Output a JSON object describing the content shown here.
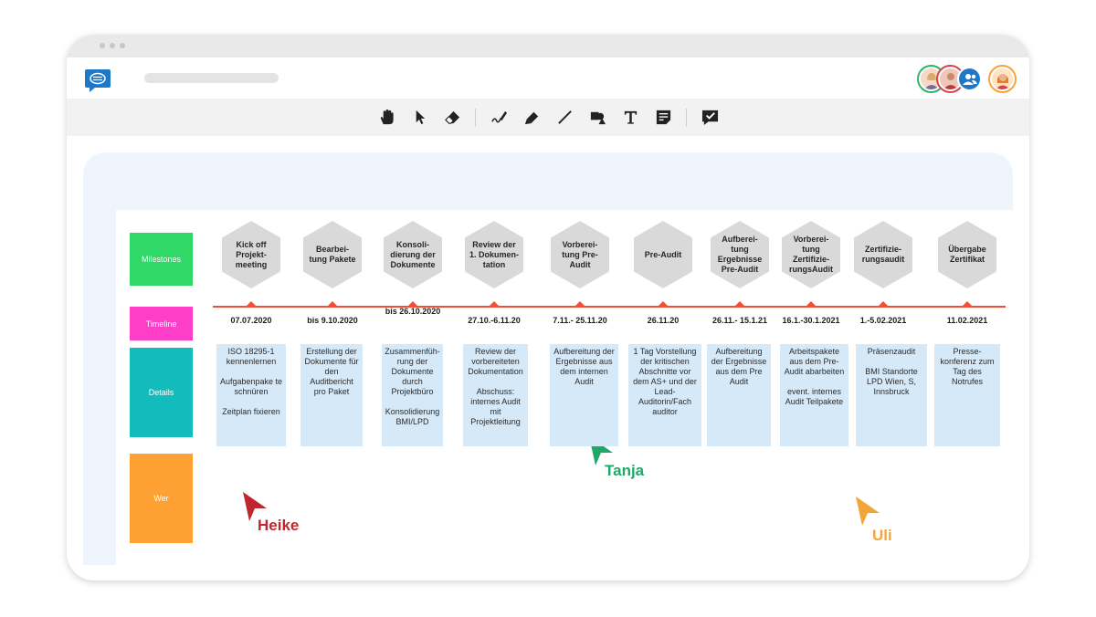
{
  "toolbar": {
    "tools": [
      "hand-tool",
      "select-tool",
      "eraser-tool",
      "pen-tool",
      "highlighter-tool",
      "line-tool",
      "shapes-tool",
      "text-tool",
      "sticky-note-tool",
      "checklist-tool"
    ]
  },
  "colors": {
    "milestones": "#2fd867",
    "timeline": "#ff3ec8",
    "details": "#12bcbc",
    "wer": "#ffa032",
    "timeline_line": "#f0503a",
    "detail_card": "#d5e9f9"
  },
  "rows": {
    "milestones": "Milestones",
    "timeline": "Timeline",
    "details": "Details",
    "wer": "Wer"
  },
  "milestones": [
    "Kick off Projekt-meeting",
    "Bearbei-tung Pakete",
    "Konsoli-dierung der Dokumente",
    "Review der 1. Dokumen-tation",
    "Vorberei-tung Pre-Audit",
    "Pre-Audit",
    "Aufberei-tung Ergebnisse Pre-Audit",
    "Vorberei-tung Zertifizie-rungsAudit",
    "Zertifizie-rungsaudit",
    "Übergabe Zertifikat"
  ],
  "dates": [
    "07.07.2020",
    "bis 9.10.2020",
    "bis 26.10.2020",
    "27.10.-6.11.20",
    "7.11.- 25.11.20",
    "26.11.20",
    "26.11.- 15.1.21",
    "16.1.-30.1.2021",
    "1.-5.02.2021",
    "11.02.2021"
  ],
  "details": [
    "ISO 18295-1 kennenlernen\n\nAufgabenpake te schnüren\n\nZeitplan fixieren",
    "Erstellung der Dokumente für den Auditbericht pro Paket",
    "Zusammenfüh-rung der Dokumente durch Projektbüro\n\nKonsolidierung BMI/LPD",
    "Review der vorbereiteten Dokumentation\n\nAbschuss: internes Audit mit Projektleitung",
    "Aufbereitung der Ergebnisse aus dem internen Audit",
    "1 Tag Vorstellung der kritischen Abschnitte vor dem AS+ und der Lead-Auditorin/Fach auditor",
    "Aufbereitung der Ergebnisse aus dem Pre Audit",
    "Arbeitspakete aus dem Pre-Audit abarbeiten\n\nevent. internes Audit Teilpakete",
    "Präsenzaudit\n\nBMI Standorte LPD Wien, S, Innsbruck",
    "Presse-konferenz zum Tag des Notrufes"
  ],
  "cursors": [
    {
      "name": "Heike",
      "color": "#c0262f"
    },
    {
      "name": "Tanja",
      "color": "#1fa86a"
    },
    {
      "name": "Uli",
      "color": "#f3a53a"
    }
  ]
}
